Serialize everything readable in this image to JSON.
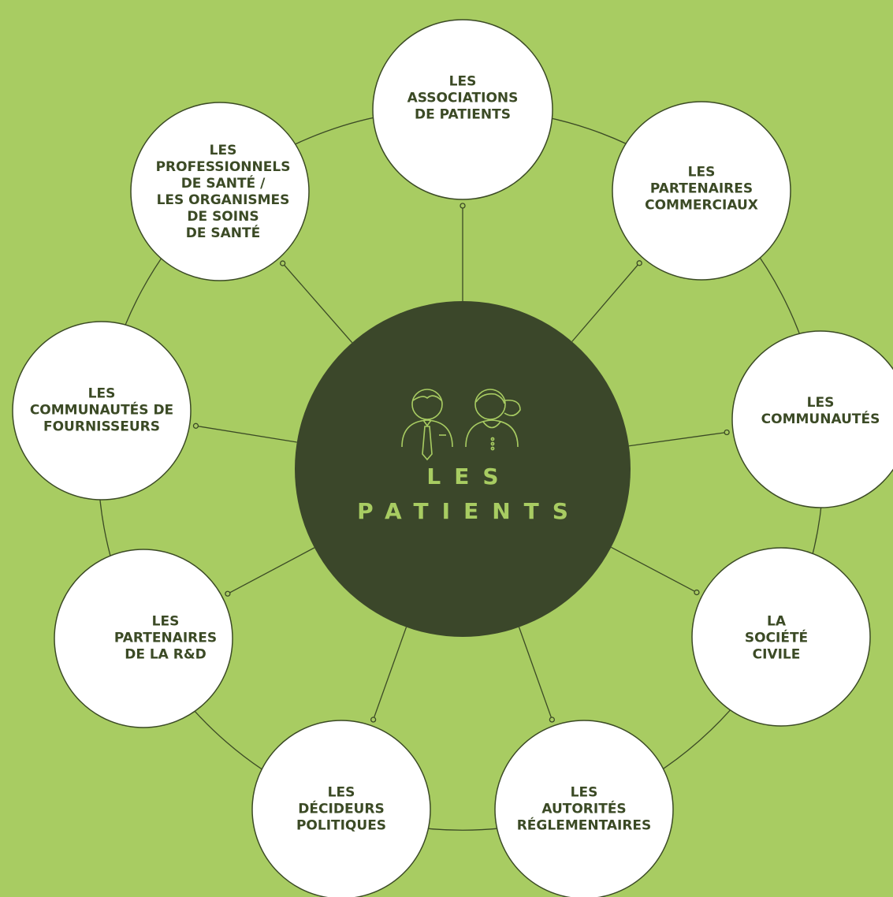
{
  "center": {
    "line1": "LES",
    "line2": "PATIENTS",
    "icon": "patients-icon"
  },
  "nodes": [
    {
      "id": "associations",
      "label": "LES\nASSOCIATIONS\nDE PATIENTS"
    },
    {
      "id": "partenaires-commerciaux",
      "label": "LES\nPARTENAIRES\nCOMMERCIAUX"
    },
    {
      "id": "communautes",
      "label": "LES\nCOMMUNAUTÉS"
    },
    {
      "id": "societe-civile",
      "label": "LA\nSOCIÉTÉ\nCIVILE"
    },
    {
      "id": "autorites",
      "label": "LES\nAUTORITÉS\nRÉGLEMENTAIRES"
    },
    {
      "id": "decideurs",
      "label": "LES\nDÉCIDEURS\nPOLITIQUES"
    },
    {
      "id": "partenaires-rd",
      "label": "LES\nPARTENAIRES\nDE LA R&D"
    },
    {
      "id": "fournisseurs",
      "label": "LES\nCOMMUNAUTÉS DE\nFOURNISSEURS"
    },
    {
      "id": "professionnels",
      "label": "LES\nPROFESSIONNELS\nDE SANTÉ /\nLES ORGANISMES\nDE SOINS\nDE SANTÉ"
    }
  ],
  "colors": {
    "background": "#a8cc62",
    "center_fill": "#3b472a",
    "node_fill": "#ffffff",
    "stroke": "#3b4a25",
    "accent": "#a8cc62"
  }
}
